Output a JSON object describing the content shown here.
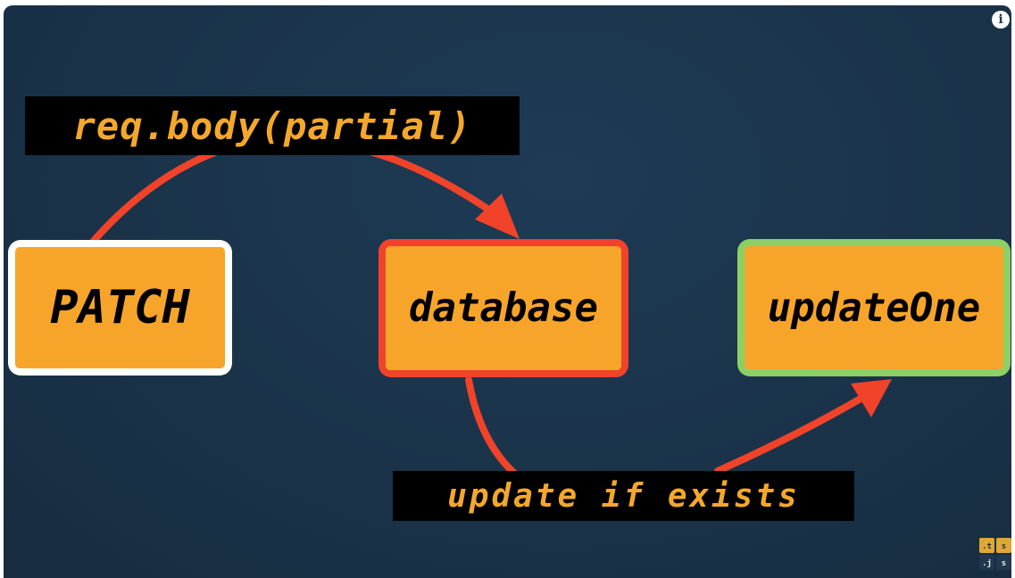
{
  "diagram": {
    "nodes": {
      "patch": "PATCH",
      "database": "database",
      "update_one": "updateOne"
    },
    "edges": {
      "patch_to_database": "req.body(partial)",
      "database_to_update_one": "update if exists"
    }
  },
  "overlay": {
    "logo_cells": [
      ".t",
      "s",
      ".j",
      "s"
    ]
  },
  "icons": {
    "info": "info-icon",
    "logo": "ts-js-logo-icon"
  },
  "colors": {
    "background": "#1a3349",
    "node_fill": "#f7a52a",
    "label_background": "#000000",
    "label_text": "#f4a82b",
    "arrow": "#f0432a",
    "patch_border": "#ffffff",
    "database_border": "#f0432a",
    "update_one_border": "#8ccf65"
  }
}
